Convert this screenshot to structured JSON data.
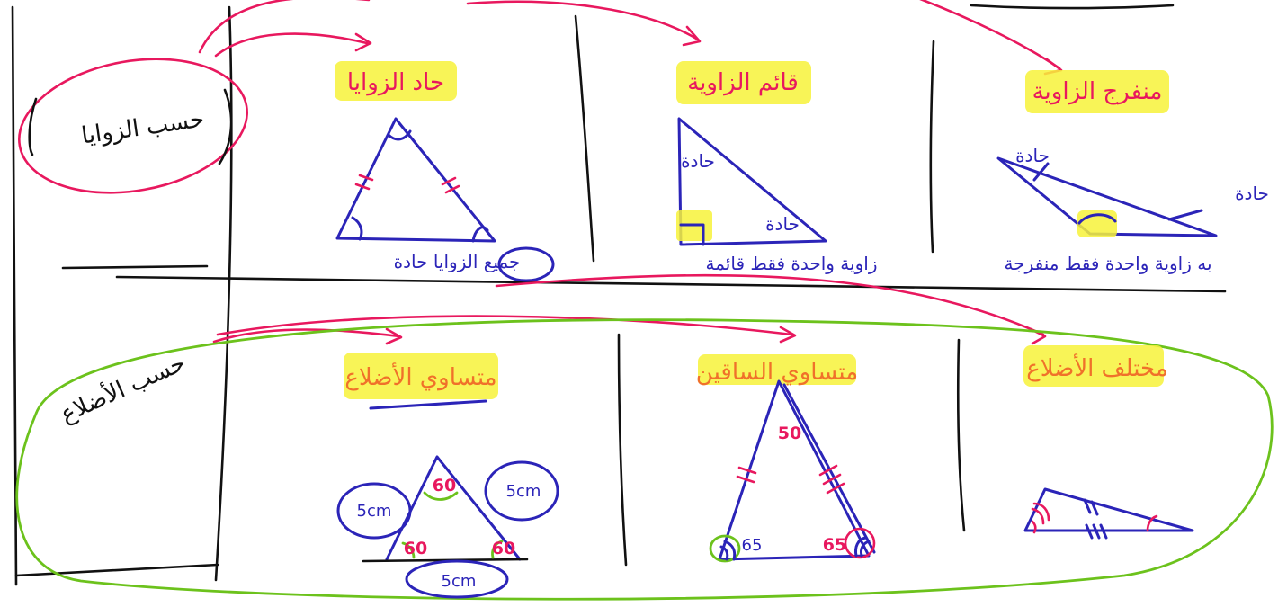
{
  "row_labels": {
    "by_angles": "حسب الزوايا",
    "by_sides": "حسب الأضلاع"
  },
  "angle_types": {
    "acute": {
      "title": "حاد الزوايا",
      "note": "جميع الزوايا حادة"
    },
    "right": {
      "title": "قائم الزاوية",
      "note": "زاوية واحدة فقط قائمة",
      "mark_acute": "حادة"
    },
    "obtuse": {
      "title": "منفرج الزاوية",
      "note": "به زاوية واحدة فقط منفرجة",
      "mark_acute": "حادة"
    }
  },
  "side_types": {
    "equilateral": {
      "title": "متساوي الأضلاع",
      "angles": [
        "60",
        "60",
        "60"
      ],
      "sides": [
        "5cm",
        "5cm",
        "5cm"
      ]
    },
    "isosceles": {
      "title": "متساوي الساقين",
      "top_angle": "50",
      "base_angles": [
        "65",
        "65"
      ]
    },
    "scalene": {
      "title": "مختلف الأضلاع"
    }
  },
  "colors": {
    "ink_blue": "#2b24b8",
    "ink_red": "#e8185e",
    "ink_green": "#6cc21c",
    "highlight": "#f7f23a",
    "ink_orange": "#f0712a"
  }
}
